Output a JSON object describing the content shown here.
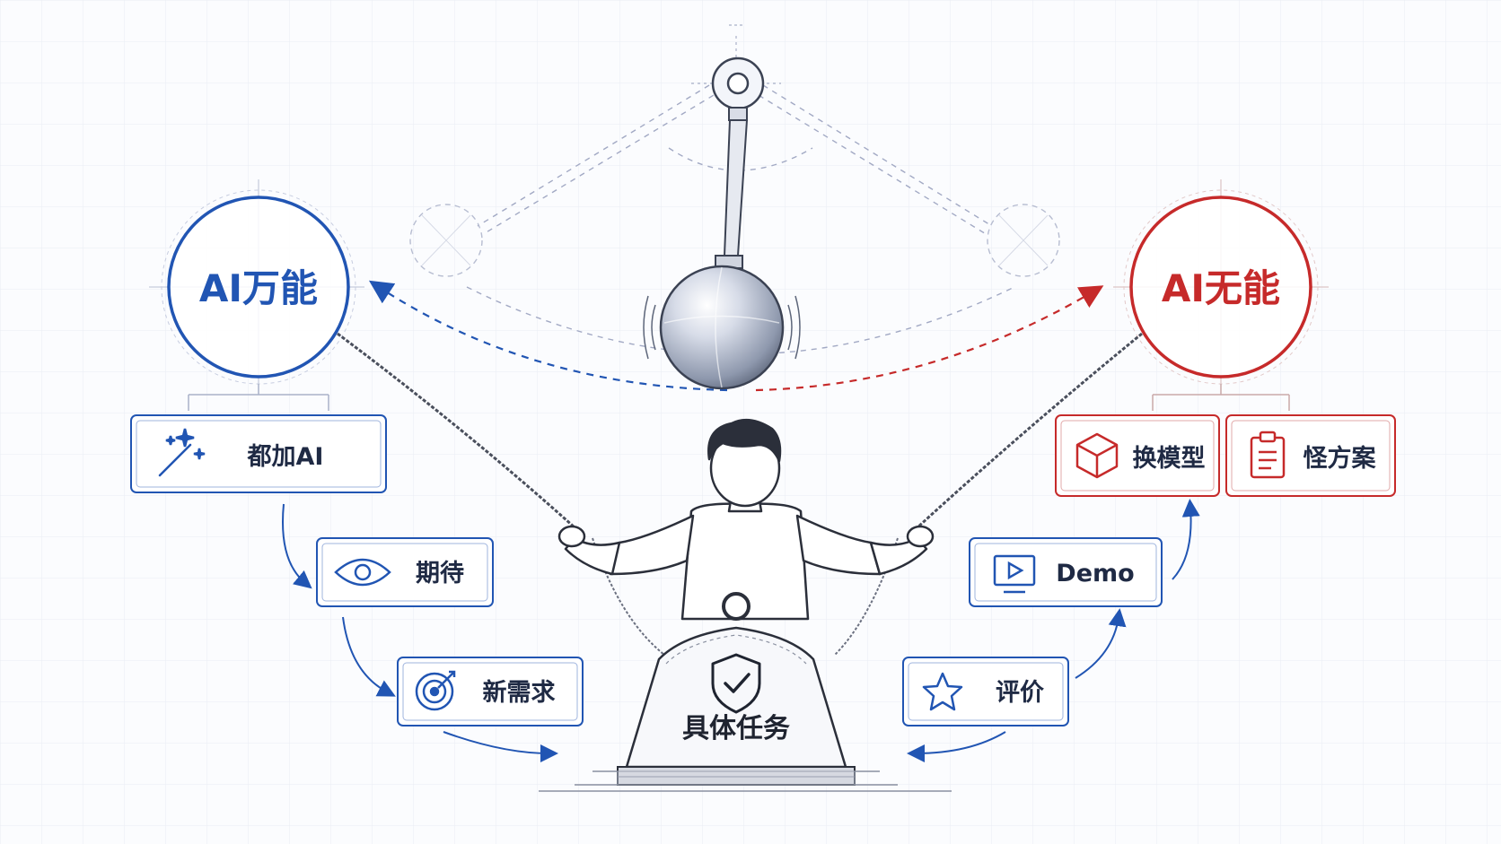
{
  "left_pole": {
    "label": "AI万能",
    "color": "#2155b3"
  },
  "right_pole": {
    "label": "AI无能",
    "color": "#c62a2a"
  },
  "left_cycle": [
    {
      "label": "都加AI",
      "icon": "magic-wand-icon"
    },
    {
      "label": "期待",
      "icon": "eye-icon"
    },
    {
      "label": "新需求",
      "icon": "target-icon"
    }
  ],
  "right_cycle": [
    {
      "label": "评价",
      "icon": "star-icon"
    },
    {
      "label": "Demo",
      "icon": "monitor-play-icon"
    },
    {
      "label": "换模型",
      "icon": "cube-icon"
    },
    {
      "label": "怪方案",
      "icon": "clipboard-icon"
    }
  ],
  "anchor_weight": {
    "label": "具体任务",
    "icon": "shield-check-icon"
  },
  "colors": {
    "blue": "#2155b3",
    "red": "#c62a2a",
    "ink": "#1f2430",
    "grid": "#e6eaf2"
  }
}
